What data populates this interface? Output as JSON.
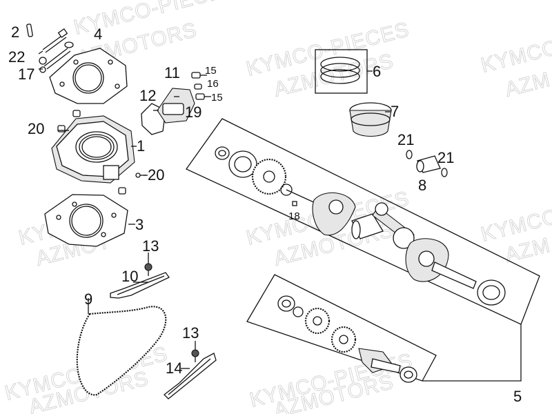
{
  "watermarks": [
    "KYMCO-PIECES",
    "AZMOTORS",
    "KYMCO-PIECES",
    "AZMOTORS",
    "KYMCO",
    "AZM",
    "KYMCO-",
    "AZMOT",
    "KYMCO-PIECES",
    "AZMOTORS",
    "KYMCO",
    "AZM",
    "KYMCO-PIECES",
    "AZMOTORS",
    "KYMCO-PIECES",
    "AZMOTORS"
  ],
  "callouts": {
    "n1": "1",
    "n2": "2",
    "n3": "3",
    "n4": "4",
    "n5": "5",
    "n6": "6",
    "n7": "7",
    "n8": "8",
    "n9": "9",
    "n10": "10",
    "n11": "11",
    "n12": "12",
    "n13a": "13",
    "n13b": "13",
    "n14": "14",
    "n15a": "15",
    "n15b": "15",
    "n16": "16",
    "n17": "17",
    "n18": "18",
    "n19": "19",
    "n20a": "20",
    "n20b": "20",
    "n21a": "21",
    "n21b": "21",
    "n22": "22"
  },
  "colors": {
    "ink": "#111111",
    "watermark": "#d6d6d6",
    "background": "#ffffff"
  }
}
